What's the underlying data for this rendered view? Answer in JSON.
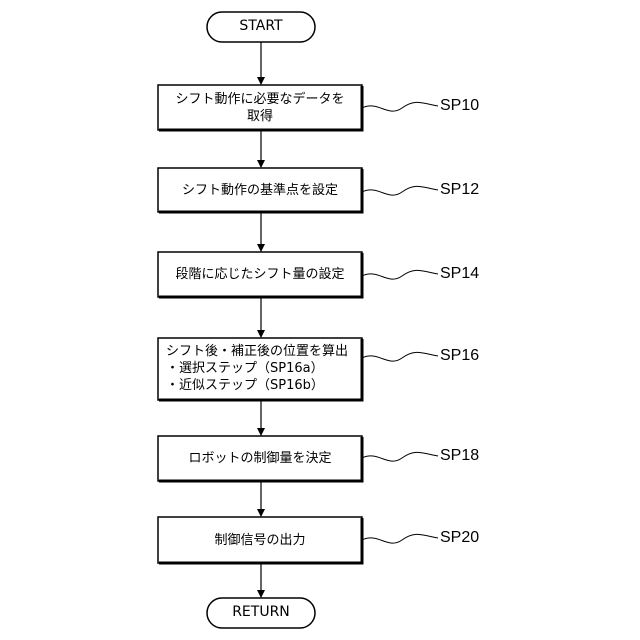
{
  "flowchart": {
    "start": "START",
    "end": "RETURN",
    "steps": [
      {
        "id": "SP10",
        "lines": [
          "シフト動作に必要なデータを",
          "取得"
        ]
      },
      {
        "id": "SP12",
        "lines": [
          "シフト動作の基準点を設定"
        ]
      },
      {
        "id": "SP14",
        "lines": [
          "段階に応じたシフト量の設定"
        ]
      },
      {
        "id": "SP16",
        "lines": [
          "シフト後・補正後の位置を算出",
          "・選択ステップ（SP16a）",
          "・近似ステップ（SP16b）"
        ]
      },
      {
        "id": "SP18",
        "lines": [
          "ロボットの制御量を決定"
        ]
      },
      {
        "id": "SP20",
        "lines": [
          "制御信号の出力"
        ]
      }
    ]
  }
}
